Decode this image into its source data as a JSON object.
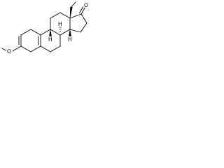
{
  "molecule": {
    "atoms": {
      "ketone_oxygen": "O",
      "ether_oxygen": "O",
      "h_8": "H",
      "h_9": "H",
      "h_14": "H"
    },
    "colors": {
      "ink": "#000000",
      "background": "#ffffff"
    }
  }
}
